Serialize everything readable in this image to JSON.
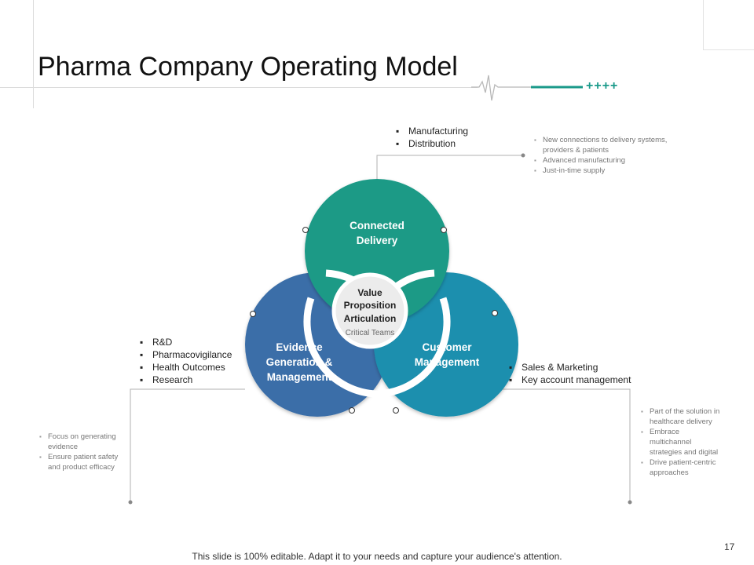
{
  "slide": {
    "title": "Pharma Company Operating Model",
    "page_number": "17",
    "footer": "This slide is 100% editable. Adapt it to your needs and capture your audience's attention.",
    "plus_marks": "++++"
  },
  "diagram": {
    "center": {
      "title_line1": "Value",
      "title_line2": "Proposition",
      "title_line3": "Articulation",
      "subtitle": "Critical Teams"
    },
    "circles": {
      "top": {
        "line1": "Connected",
        "line2": "Delivery",
        "color": "#1a9a86"
      },
      "left": {
        "line1": "Evidence",
        "line2": "Generation &",
        "line3": "Management",
        "color": "#3a6ea8"
      },
      "right": {
        "line1": "Customer",
        "line2": "Management",
        "color": "#1a8fae"
      }
    }
  },
  "lists": {
    "top_main": [
      "Manufacturing",
      "Distribution"
    ],
    "top_detail": [
      "New connections to delivery systems, providers & patients",
      "Advanced manufacturing",
      "Just-in-time supply"
    ],
    "left_main": [
      "R&D",
      "Pharmacovigilance",
      "Health Outcomes",
      "Research"
    ],
    "left_detail": [
      "Focus on generating evidence",
      "Ensure patient safety and product efficacy"
    ],
    "right_main": [
      "Sales & Marketing",
      "Key account management"
    ],
    "right_detail": [
      "Part of the solution in healthcare delivery",
      "Embrace multichannel strategies and digital",
      "Drive patient-centric approaches"
    ]
  }
}
